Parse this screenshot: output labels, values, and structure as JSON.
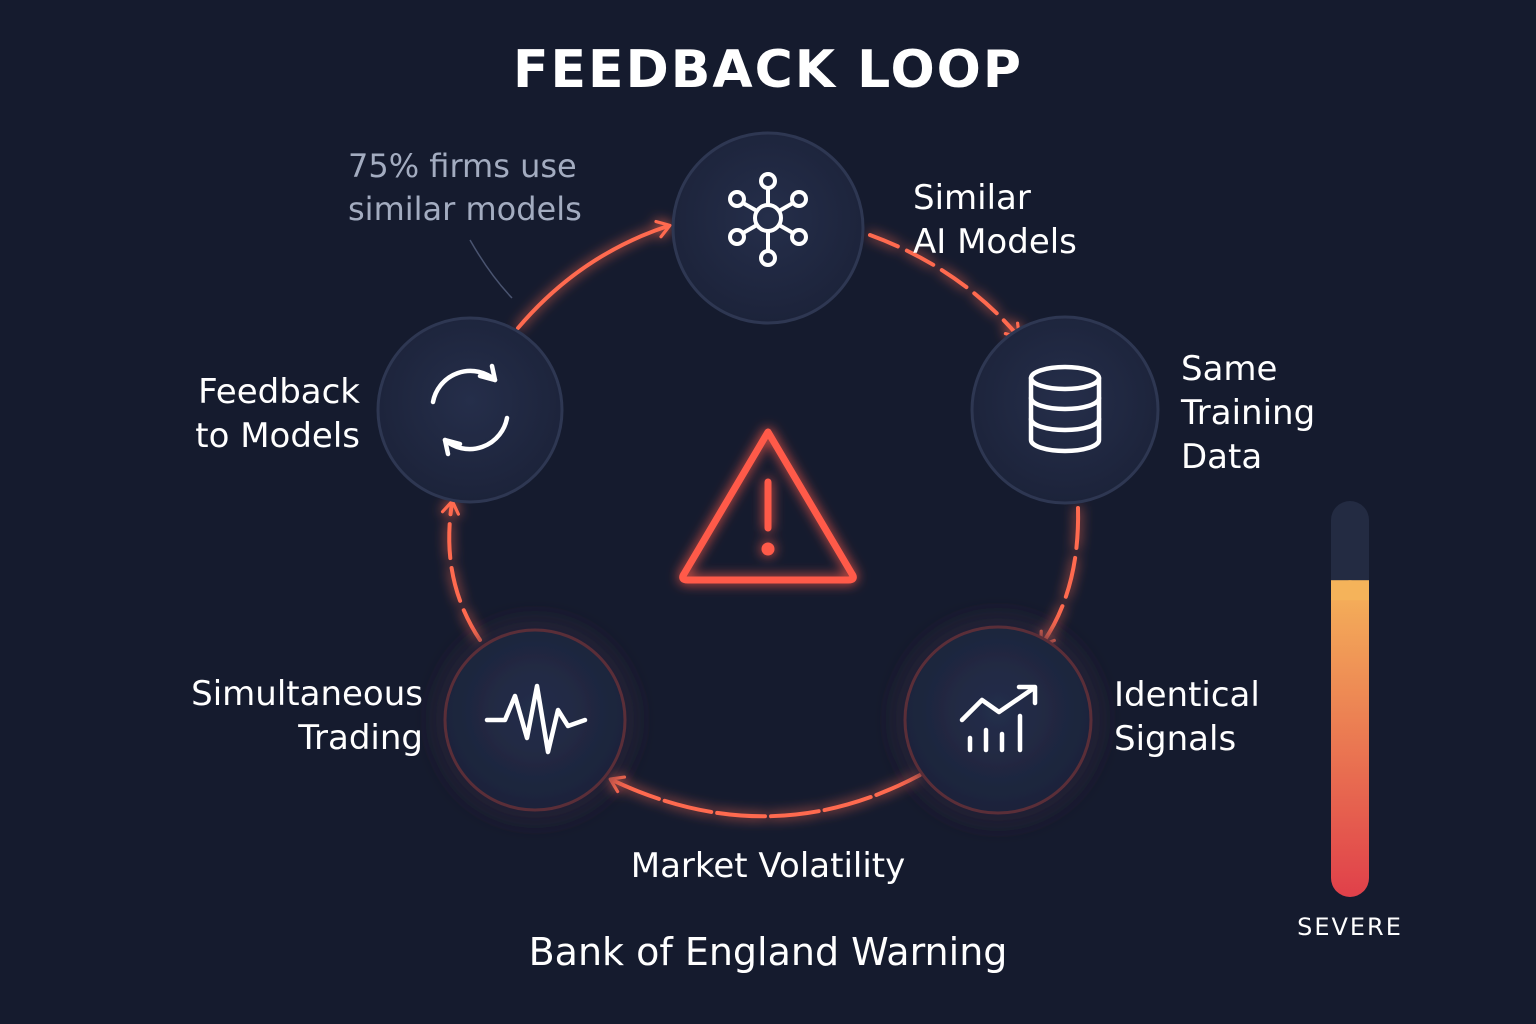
{
  "title": "FEEDBACK LOOP",
  "annotation": {
    "line1": "75% firms use",
    "line2": "similar models"
  },
  "nodes": {
    "similar_ai_models": {
      "line1": "Similar",
      "line2": "AI Models",
      "icon": "network-icon"
    },
    "same_training_data": {
      "line1": "Same",
      "line2": "Training",
      "line3": "Data",
      "icon": "database-icon"
    },
    "identical_signals": {
      "line1": "Identical",
      "line2": "Signals",
      "icon": "trend-up-chart-icon"
    },
    "simultaneous_trading": {
      "line1": "Simultaneous",
      "line2": "Trading",
      "icon": "pulse-icon"
    },
    "feedback_to_models": {
      "line1": "Feedback",
      "line2": "to Models",
      "icon": "refresh-cycle-icon"
    }
  },
  "center_icon": "warning-triangle-icon",
  "edge_label": "Market Volatility",
  "caption": "Bank of England Warning",
  "severity": {
    "label": "SEVERE",
    "level": 0.8
  },
  "colors": {
    "background": "#151b2e",
    "node_fill": "#1f2740",
    "arrow": "#ff6a50",
    "warning": "#ff5a4a",
    "meter_top": "#f5b35a",
    "meter_bottom": "#e0404a",
    "meter_track": "#232b42"
  }
}
